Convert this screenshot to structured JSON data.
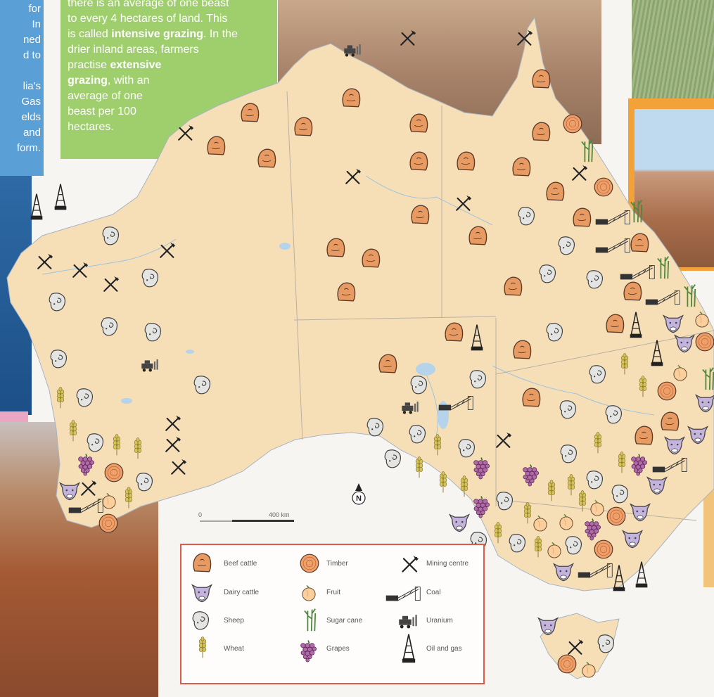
{
  "left_text_lines": [
    "for",
    "In",
    "ned",
    "d to",
    "",
    "lia's",
    "Gas",
    "elds",
    "and",
    "form."
  ],
  "green_panel": {
    "line1": "there is an average of one beast",
    "line2": "to every 4 hectares of land. This",
    "line3_pre": "is called ",
    "line3_bold": "intensive grazing",
    "line3_post": ". In the",
    "line4": "drier inland areas, farmers",
    "line5": "practise ",
    "line5_bold": "extensive",
    "line6_bold": "grazing",
    "line6_post": ", with an",
    "line7": "average of one",
    "line8": "beast per 100",
    "line9": "hectares."
  },
  "scale": {
    "zero": "0",
    "distance": "400 km"
  },
  "north_label": "N",
  "legend": {
    "beef": "Beef cattle",
    "dairy": "Dairy cattle",
    "sheep": "Sheep",
    "wheat": "Wheat",
    "timber": "Timber",
    "fruit": "Fruit",
    "sugar": "Sugar cane",
    "grapes": "Grapes",
    "mining": "Mining centre",
    "coal": "Coal",
    "uranium": "Uranium",
    "oil": "Oil and gas"
  },
  "colors": {
    "land": "#f6dfb7",
    "beef": "#e89a63",
    "dairy": "#c3b3dd",
    "sheep": "#e4e4e2",
    "timber": "#efa06a",
    "fruit": "#fbcf9c",
    "grapes": "#b46aa8",
    "legend_border": "#e05a4a",
    "text_panel_green": "#9fcf6c",
    "text_panel_blue": "#5a9fd6"
  }
}
